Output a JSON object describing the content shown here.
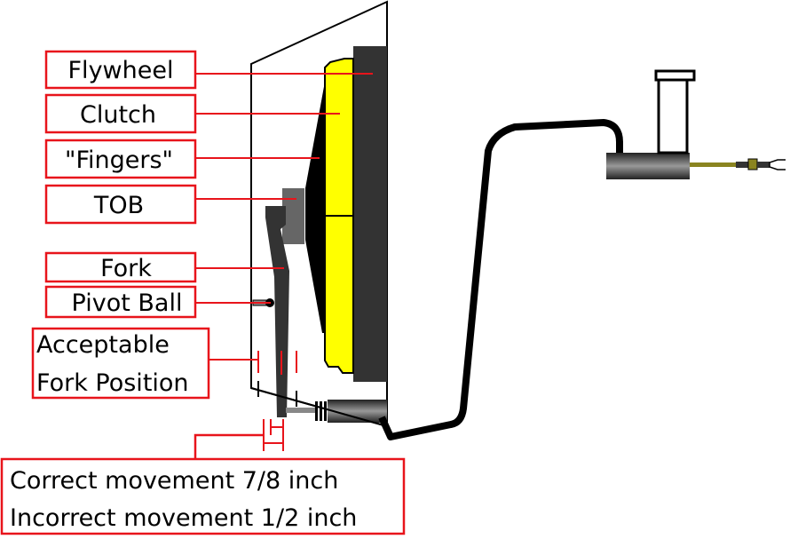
{
  "labels": {
    "flywheel": "Flywheel",
    "clutch": "Clutch",
    "fingers": "\"Fingers\"",
    "tob": "TOB",
    "fork": "Fork",
    "pivot_ball": "Pivot Ball",
    "acceptable_line1": "Acceptable",
    "acceptable_line2": "Fork Position",
    "movement_correct": "Correct movement 7/8 inch",
    "movement_incorrect": "Incorrect movement 1/2 inch"
  },
  "colors": {
    "label_red": "#e8141b",
    "clutch_yellow": "#ffff00",
    "flywheel_dark": "#333333",
    "tob_grey": "#666666",
    "rod_olive": "#8a8420"
  }
}
